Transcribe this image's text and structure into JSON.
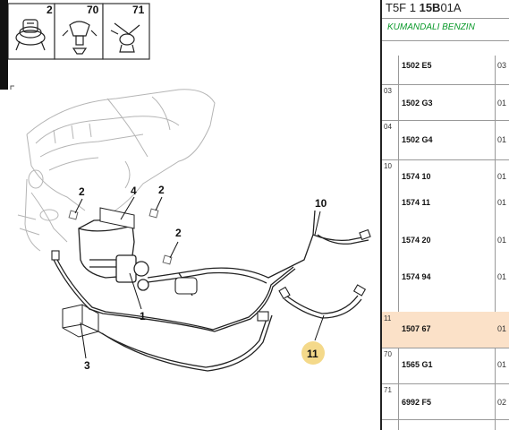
{
  "header": {
    "prefix": "T5F 1",
    "group": "15B",
    "suffix": "01A"
  },
  "subtitle": "KUMANDALI BENZIN",
  "thumbnails": [
    {
      "label": "2"
    },
    {
      "label": "70"
    },
    {
      "label": "71"
    }
  ],
  "callouts": {
    "c1": "1",
    "c2a": "2",
    "c2b": "2",
    "c2c": "2",
    "c3": "3",
    "c4": "4",
    "c10": "10",
    "c11": "11"
  },
  "rows": [
    {
      "ref": "",
      "part": "1502 E5",
      "qty": "03"
    },
    {
      "ref": "03",
      "part": "1502 G3",
      "qty": "01"
    },
    {
      "ref": "04",
      "part": "1502 G4",
      "qty": "01"
    },
    {
      "ref": "10",
      "part": "1574 10",
      "qty": "01"
    },
    {
      "ref": "",
      "part": "1574 11",
      "qty": "01"
    },
    {
      "ref": "",
      "part": "1574 20",
      "qty": "01"
    },
    {
      "ref": "",
      "part": "1574 94",
      "qty": "01"
    },
    {
      "ref": "11",
      "part": "1507 67",
      "qty": "01"
    },
    {
      "ref": "70",
      "part": "1565 G1",
      "qty": "01"
    },
    {
      "ref": "71",
      "part": "6992 F5",
      "qty": "02"
    }
  ],
  "colors": {
    "highlight_row": "#fbe1c8",
    "subtitle": "#0c9a2c",
    "callout_badge": "#f4d98a"
  }
}
